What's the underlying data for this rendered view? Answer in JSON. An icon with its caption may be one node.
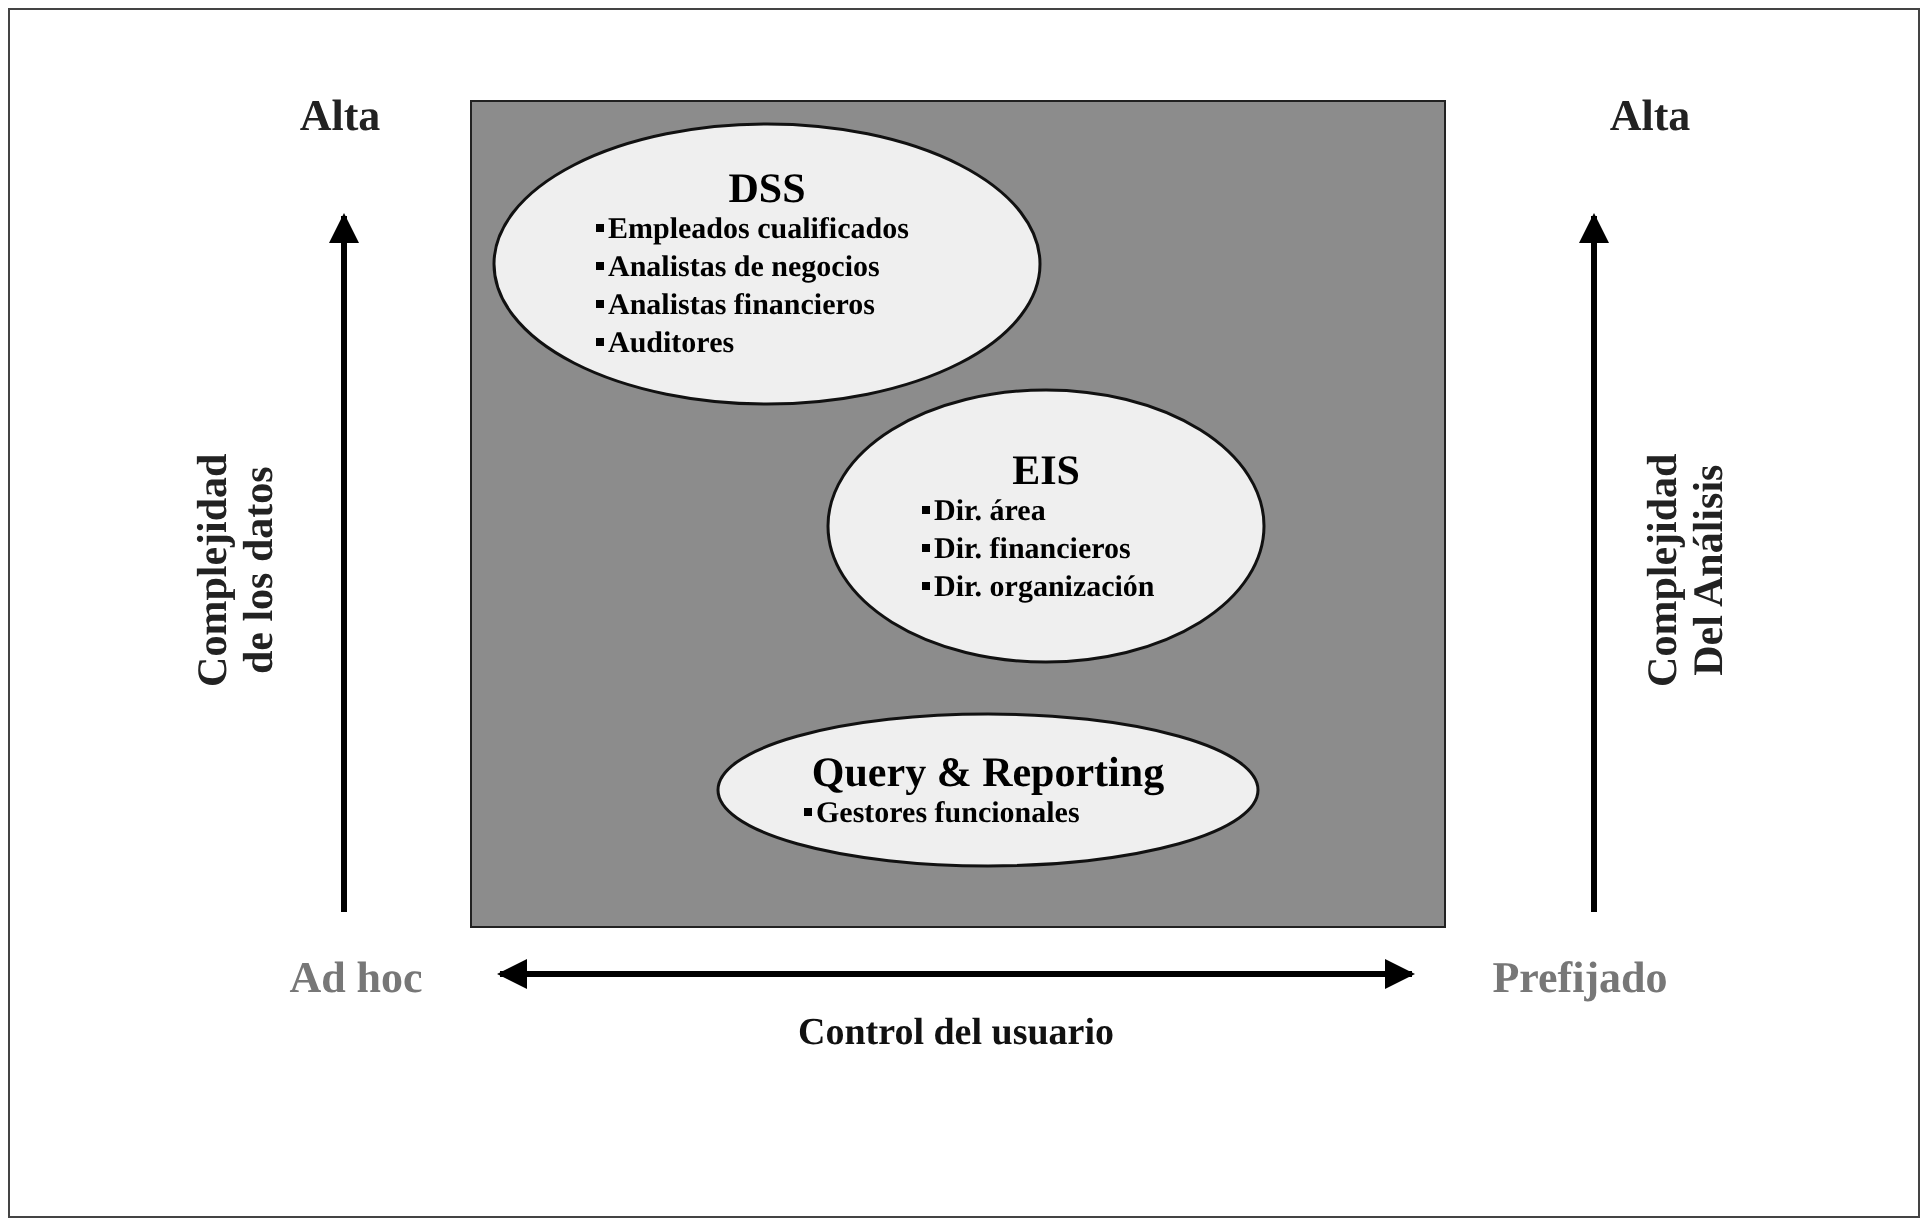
{
  "diagram": {
    "nodes": [
      {
        "text": [],
        "shape": "box"
      },
      {
        "text": [
          "DSS",
          "Empleados cualificados",
          "Analistas de negocios",
          "Analistas financieros",
          "Auditores"
        ],
        "in": 0
      },
      {
        "text": [
          "EIS",
          "Dir. área",
          "Dir. financieros",
          "Dir. organización"
        ],
        "in": 0
      },
      {
        "text": [
          "Query & Reporting",
          "Gestores funcionales"
        ],
        "in": 0
      }
    ],
    "labels": [
      "Alta",
      "Alta",
      "Complejidad de los datos",
      "Complejidad Del Análisis",
      "Ad hoc",
      "Prefijado",
      "Control del usuario"
    ]
  }
}
